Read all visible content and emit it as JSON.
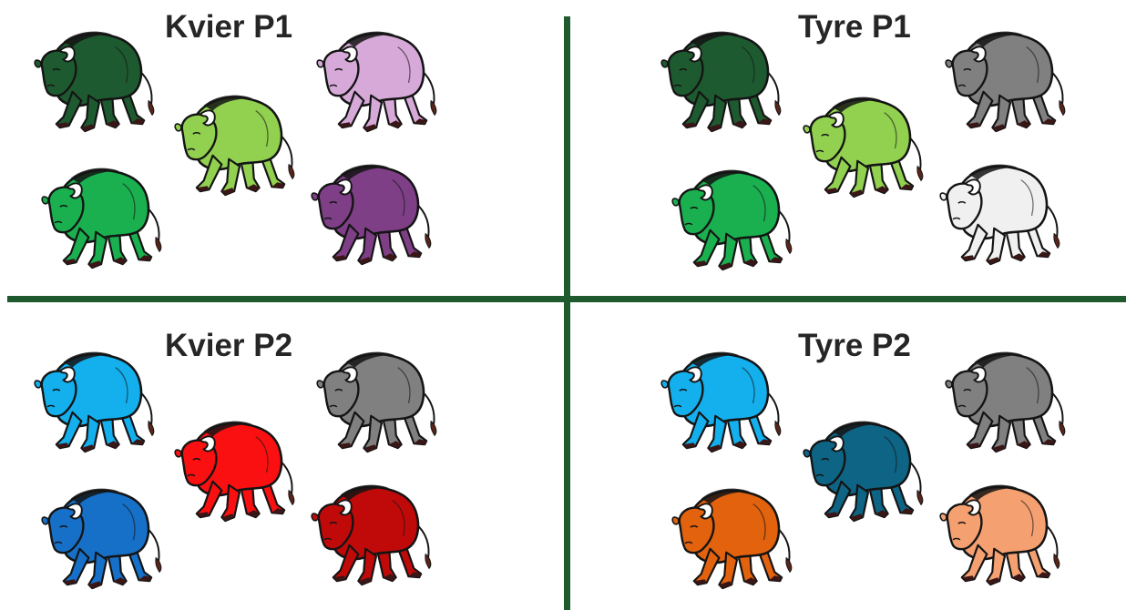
{
  "colors": {
    "divider": "#1f5a2e",
    "title_text": "#262626",
    "outline": "#141414",
    "horn": "#ffffff",
    "hoof": "#3a1616",
    "tail_tuft": "#5a2418"
  },
  "quadrants": [
    {
      "id": "kvier-p1",
      "title": "Kvier P1",
      "bulls": [
        {
          "color": "#1e5a2f",
          "color_name": "dark green"
        },
        {
          "color": "#d7a9d8",
          "color_name": "light pink"
        },
        {
          "color": "#92d050",
          "color_name": "light green"
        },
        {
          "color": "#1ab04f",
          "color_name": "green"
        },
        {
          "color": "#7e3f87",
          "color_name": "purple"
        }
      ]
    },
    {
      "id": "tyre-p1",
      "title": "Tyre P1",
      "bulls": [
        {
          "color": "#1e5a2f",
          "color_name": "dark green"
        },
        {
          "color": "#808080",
          "color_name": "grey"
        },
        {
          "color": "#92d050",
          "color_name": "light green"
        },
        {
          "color": "#1ab04f",
          "color_name": "green"
        },
        {
          "color": "#f0f0f0",
          "color_name": "white"
        }
      ]
    },
    {
      "id": "kvier-p2",
      "title": "Kvier P2",
      "bulls": [
        {
          "color": "#14b0ee",
          "color_name": "light blue"
        },
        {
          "color": "#808080",
          "color_name": "grey"
        },
        {
          "color": "#fa1010",
          "color_name": "red"
        },
        {
          "color": "#1670c8",
          "color_name": "blue"
        },
        {
          "color": "#c00a0a",
          "color_name": "dark red"
        }
      ]
    },
    {
      "id": "tyre-p2",
      "title": "Tyre P2",
      "bulls": [
        {
          "color": "#14b0ee",
          "color_name": "light blue"
        },
        {
          "color": "#808080",
          "color_name": "grey"
        },
        {
          "color": "#0e6484",
          "color_name": "teal blue"
        },
        {
          "color": "#e2620e",
          "color_name": "orange"
        },
        {
          "color": "#f4a070",
          "color_name": "light orange"
        }
      ]
    }
  ]
}
